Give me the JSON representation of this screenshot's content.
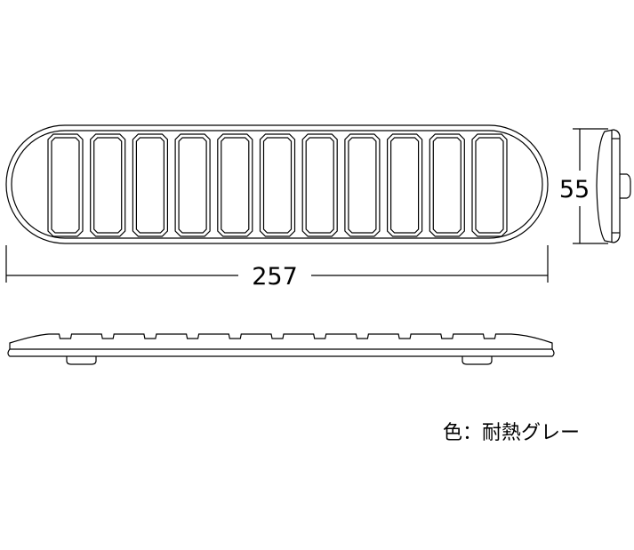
{
  "dimensions": {
    "width": "257",
    "height": "55"
  },
  "note": "色：耐熱グレー"
}
